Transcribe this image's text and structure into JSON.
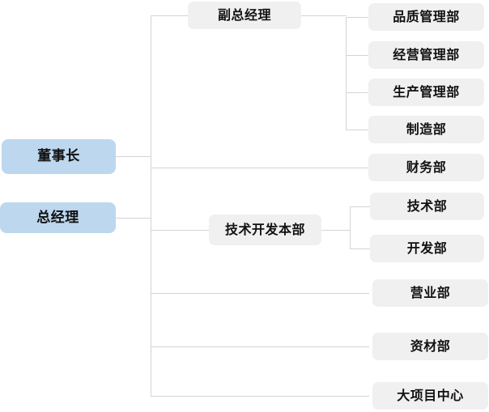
{
  "chart_data": {
    "type": "diagram",
    "diagram_type": "organizational-chart",
    "title": "",
    "orientation": "left-to-right",
    "colors": {
      "executive_box_fill": "#bdd7ee",
      "department_box_fill": "#f0f0f0",
      "connector_line": "#d4d4d4",
      "text": "#111111",
      "background": "#ffffff"
    },
    "levels": [
      {
        "level": 1,
        "name": "executive",
        "nodes": [
          "董事长",
          "总经理"
        ]
      },
      {
        "level": 2,
        "name": "division",
        "nodes": [
          "副总经理",
          "技术开发本部"
        ]
      },
      {
        "level": 3,
        "name": "department",
        "nodes": [
          "品质管理部",
          "经营管理部",
          "生产管理部",
          "制造部",
          "财务部",
          "技术部",
          "开发部",
          "营业部",
          "资材部",
          "大项目中心"
        ]
      }
    ],
    "edges": [
      {
        "from": "董事长",
        "to": "trunk"
      },
      {
        "from": "总经理",
        "to": "trunk"
      },
      {
        "from": "trunk",
        "to": "副总经理"
      },
      {
        "from": "trunk",
        "to": "技术开发本部"
      },
      {
        "from": "trunk",
        "to": "财务部"
      },
      {
        "from": "trunk",
        "to": "营业部"
      },
      {
        "from": "trunk",
        "to": "资材部"
      },
      {
        "from": "trunk",
        "to": "大项目中心"
      },
      {
        "from": "副总经理",
        "to": "品质管理部"
      },
      {
        "from": "副总经理",
        "to": "经营管理部"
      },
      {
        "from": "副总经理",
        "to": "生产管理部"
      },
      {
        "from": "副总经理",
        "to": "制造部"
      },
      {
        "from": "技术开发本部",
        "to": "技术部"
      },
      {
        "from": "技术开发本部",
        "to": "开发部"
      }
    ]
  },
  "nodes": {
    "chairman": {
      "label": "董事长"
    },
    "general_manager": {
      "label": "总经理"
    },
    "deputy_general_manager": {
      "label": "副总经理"
    },
    "rd_headquarters": {
      "label": "技术开发本部"
    },
    "quality_management": {
      "label": "品质管理部"
    },
    "business_management": {
      "label": "经营管理部"
    },
    "production_management": {
      "label": "生产管理部"
    },
    "manufacturing": {
      "label": "制造部"
    },
    "finance": {
      "label": "财务部"
    },
    "technology": {
      "label": "技术部"
    },
    "development": {
      "label": "开发部"
    },
    "sales": {
      "label": "营业部"
    },
    "materials": {
      "label": "资材部"
    },
    "major_project_center": {
      "label": "大项目中心"
    }
  }
}
